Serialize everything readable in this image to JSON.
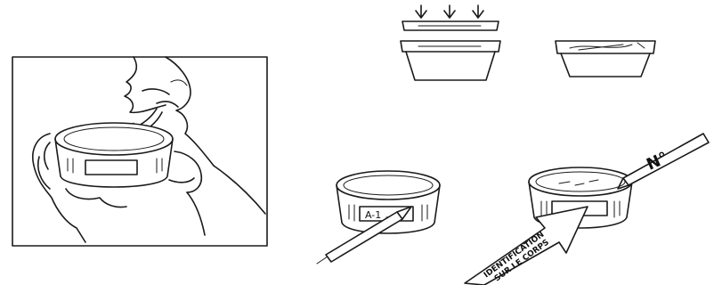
{
  "labels": {
    "container_id": "A-1",
    "no_mark": "N°",
    "arrow_line1": "IDENTIFICATION",
    "arrow_line2": "SUR LE CORPS"
  },
  "icons": [
    "face-icon",
    "hand-icon",
    "container-icon",
    "down-arrow-icon",
    "pen-icon",
    "lid-icon"
  ]
}
